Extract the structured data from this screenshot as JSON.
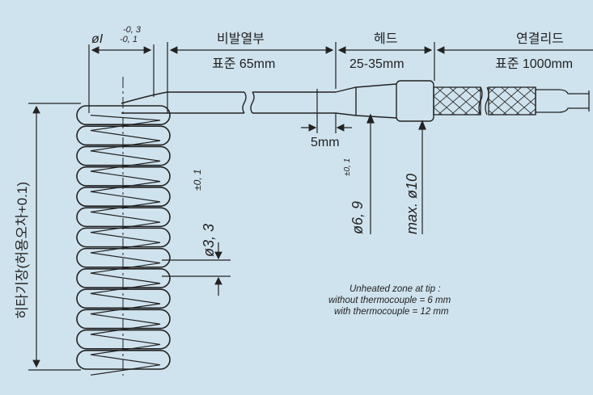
{
  "labels": {
    "phi_i": "øI",
    "tol_upper": "-0, 3",
    "tol_lower": "-0, 1",
    "unheated_title": "비발열부",
    "unheated_std": "표준 65mm",
    "head_title": "헤드",
    "head_len": "25-35mm",
    "lead_title": "연결리드",
    "lead_std": "표준 1000mm",
    "five_mm": "5mm",
    "coil_len": "히타기장(허용오차+0.1)",
    "wire_dia": "ø3, 3",
    "wire_tol": "±0, 1",
    "tube_dia": "ø6, 9",
    "tube_tol": "±0, 1",
    "max_dia": "max. ø10",
    "note_line1": "Unheated zone at tip :",
    "note_line2": "without thermocouple = 6 mm",
    "note_line3": "with thermocouple = 12 mm"
  },
  "colors": {
    "background": "#cfe3ee",
    "line": "#222222"
  }
}
